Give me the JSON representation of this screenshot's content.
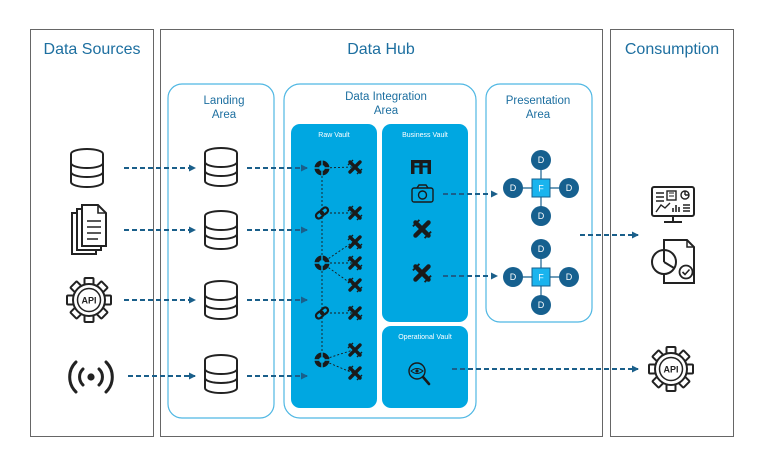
{
  "sections": {
    "sources": {
      "title": "Data Sources"
    },
    "hub": {
      "title": "Data Hub"
    },
    "consumption": {
      "title": "Consumption"
    }
  },
  "areas": {
    "landing": {
      "line1": "Landing",
      "line2": "Area"
    },
    "integration": {
      "line1": "Data Integration",
      "line2": "Area"
    },
    "presentation": {
      "line1": "Presentation",
      "line2": "Area"
    }
  },
  "vaults": {
    "raw": {
      "title": "Raw Vault"
    },
    "business": {
      "title": "Business Vault"
    },
    "operational": {
      "title": "Operational Vault"
    }
  },
  "star_schema": {
    "dimension_label": "D",
    "fact_label": "F"
  },
  "api_label": "API",
  "colors": {
    "brand": "#1d6fa0",
    "vault_fill": "#00a7e1",
    "area_border": "#4fb7e3",
    "dimension_fill": "#16608f",
    "fact_fill": "#1ab4ee",
    "arrow": "#1a5f8a",
    "icon": "#222222"
  },
  "icons": [
    "database-icon",
    "documents-icon",
    "api-gear-icon",
    "broadcast-icon",
    "hub-icon",
    "link-icon",
    "satellite-icon",
    "bridge-icon",
    "camera-icon",
    "magnifier-icon",
    "dashboard-icon",
    "report-icon"
  ]
}
